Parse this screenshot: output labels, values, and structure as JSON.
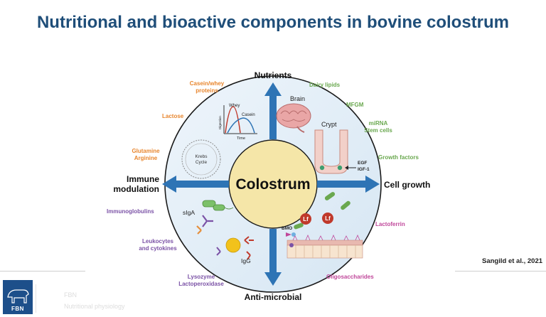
{
  "page": {
    "title": "Nutritional and bioactive components in bovine colostrum",
    "citation": "Sangild et al., 2021"
  },
  "diagram": {
    "center": "Colostrum",
    "axes": {
      "top": "Nutrients",
      "right": "Cell growth",
      "bottom": "Anti-microbial",
      "left_line1": "Immune",
      "left_line2": "modulation"
    },
    "labels": {
      "casein_whey_1": "Casein/whey",
      "casein_whey_2": "proteins",
      "lactose": "Lactose",
      "glutamine": "Glutamine",
      "arginine": "Arginine",
      "immunoglobulins": "Immunoglobulins",
      "leukocytes_1": "Leukocytes",
      "leukocytes_2": "and cytokines",
      "lysozyme": "Lysozyme",
      "lactoperoxidase": "Lactoperoxidase",
      "dairy_lipids": "Dairy lipids",
      "mfgm": "MFGM",
      "mirna": "miRNA",
      "stem_cells": "Stem cells",
      "growth_factors": "Growth factors",
      "lactoferrin": "Lactoferrin",
      "oligosaccharides": "Oligosaccharides"
    },
    "inner": {
      "brain": "Brain",
      "crypt": "Crypt",
      "egf": "EGF",
      "igf": "IGF-1",
      "krebs_1": "Krebs",
      "krebs_2": "Cycle",
      "whey": "Whey",
      "casein": "Casein",
      "digestion": "Digestion",
      "time": "Time",
      "siga": "sIgA",
      "igg": "IgG",
      "bmo": "BMO",
      "lf": "Lf"
    },
    "colors": {
      "orange": "#e8862e",
      "green": "#6aa84f",
      "purple": "#7b52a6",
      "pink": "#c0479a",
      "arrow": "#2e74b5",
      "core": "#f5e6a8",
      "ring": "#e2eef8"
    }
  },
  "footer": {
    "logo_text": "FBN",
    "faded_line1": "FBN",
    "faded_line2": "Nutritional physiology"
  }
}
